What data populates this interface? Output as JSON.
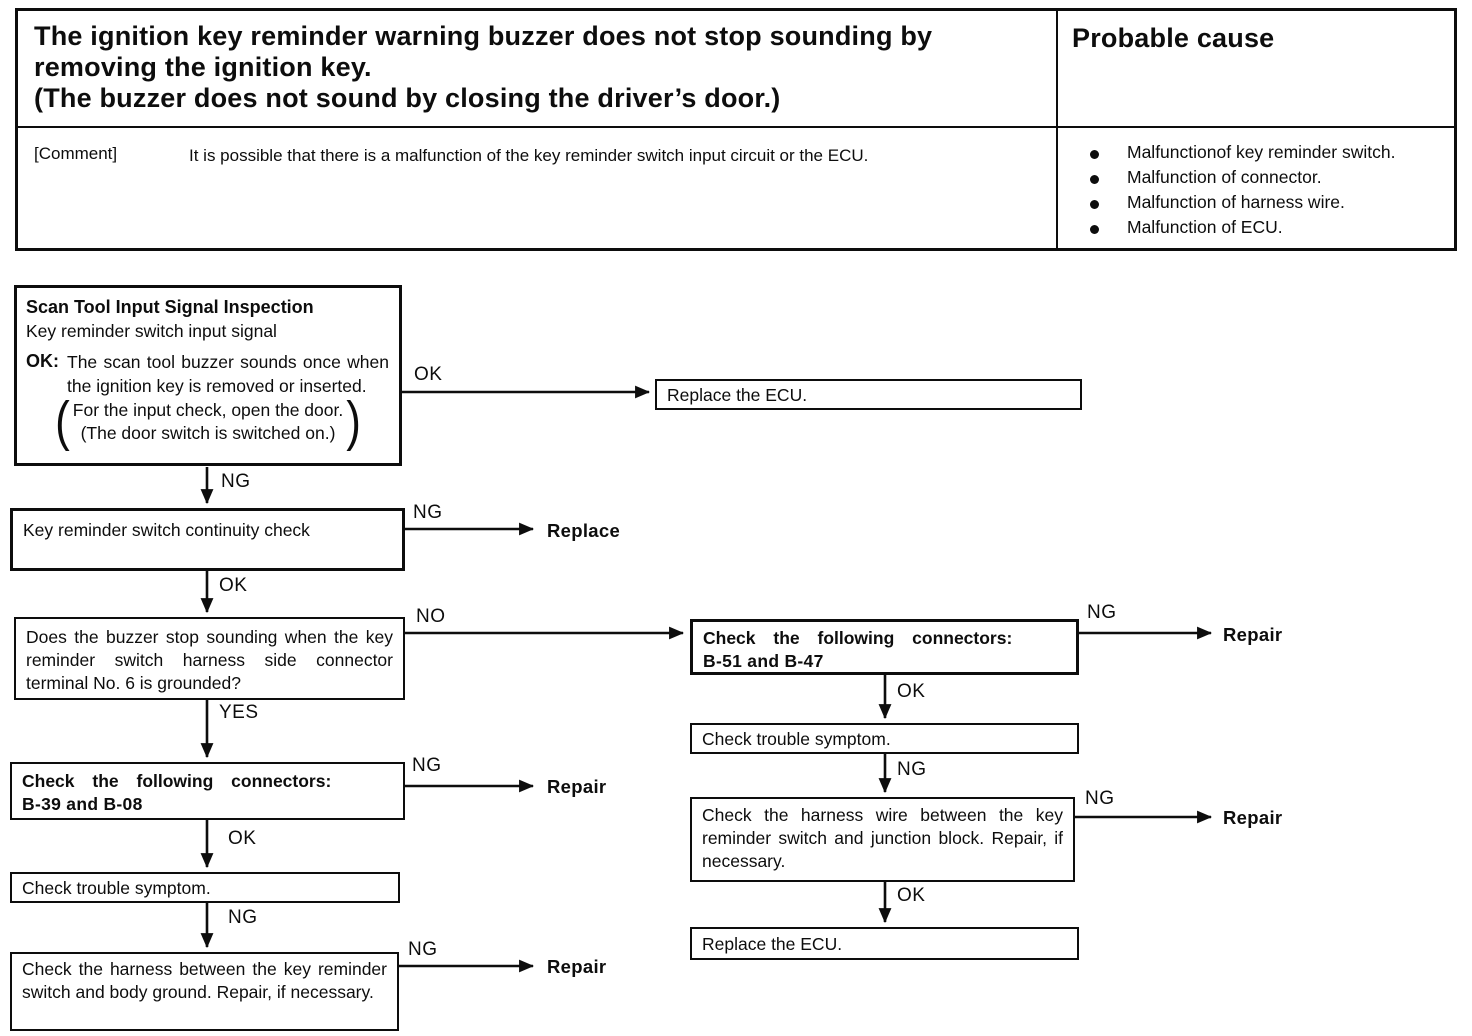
{
  "header_table": {
    "problem_title": "The ignition key reminder warning buzzer does not stop sounding by removing the ignition key.",
    "problem_subtitle": "(The buzzer does not sound by closing the driver’s door.)",
    "probable_cause_label": "Probable cause",
    "comment_label": "[Comment]",
    "comment_text": "It is possible that there is a malfunction of the key reminder switch input circuit or the ECU.",
    "causes": [
      "Malfunctionof key reminder switch.",
      "Malfunction of connector.",
      "Malfunction of harness wire.",
      "Malfunction of ECU."
    ]
  },
  "flowchart": {
    "scan_box": {
      "title": "Scan Tool Input Signal Inspection",
      "subtitle": "Key reminder switch input signal",
      "ok_label": "OK:",
      "ok_text": "The scan tool buzzer sounds once when the ignition key is removed or inserted.",
      "paren_open": "(",
      "paren_close": ")",
      "paren_line1": "For the input check, open the door.",
      "paren_line2": "(The door switch is switched on.)"
    },
    "continuity_box": "Key reminder switch continuity check",
    "buzzer_box": "Does the buzzer stop sounding when the key reminder switch harness side connector terminal No. 6 is grounded?",
    "connectors_left": {
      "line1": "Check the following connectors:",
      "line2": "B-39 and B-08"
    },
    "connectors_right": {
      "line1": "Check the following connectors:",
      "line2": "B-51 and B-47"
    },
    "trouble_symptom": "Check trouble symptom.",
    "harness_left": "Check the harness between the key reminder switch and body ground. Repair, if necessary.",
    "harness_right": "Check the harness wire between the key reminder switch and junction block. Repair, if necessary.",
    "replace_ecu": "Replace the ECU.",
    "replace_end": "Replace",
    "repair_end": "Repair",
    "labels": {
      "ng": "NG",
      "ok": "OK",
      "no": "NO",
      "yes": "YES"
    },
    "line_color": "#0d0d0d"
  }
}
